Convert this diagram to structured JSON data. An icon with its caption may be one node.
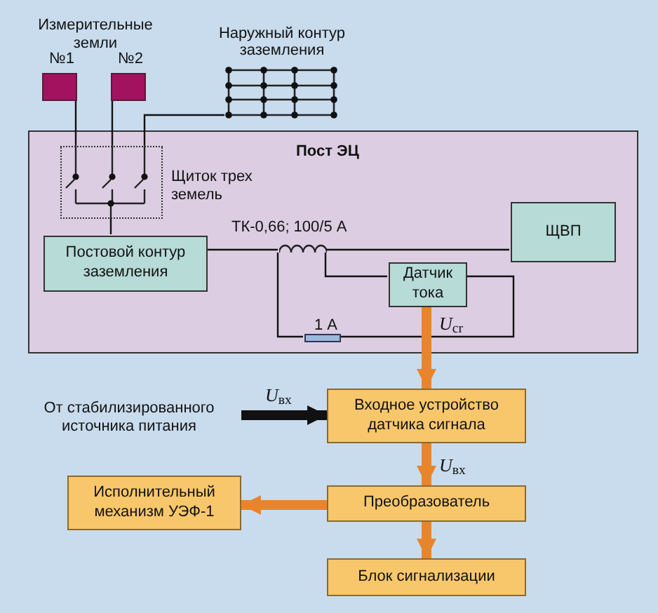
{
  "diagram": {
    "nodes": [
      {
        "text": [
          "№1"
        ]
      },
      {
        "text": [
          "№2"
        ]
      },
      {
        "text": [
          "Наружный контур заземления"
        ]
      },
      {
        "text": [
          "Пост ЭЦ"
        ]
      },
      {
        "text": [
          "Щиток трех земель"
        ],
        "in": 3
      },
      {
        "text": [
          "Постовой контур заземления"
        ],
        "in": 3
      },
      {
        "text": [],
        "shape": "coil",
        "beside": [
          "ТК-0,66; 100/5 А"
        ],
        "in": 3
      },
      {
        "text": [
          "ЩВП"
        ],
        "in": 3
      },
      {
        "text": [
          "Датчик тока"
        ],
        "in": 3
      },
      {
        "text": [],
        "shape": "fuse",
        "beside": [
          "1 А"
        ],
        "in": 3
      },
      {
        "text": [
          "От стабилизированного источника питания"
        ]
      },
      {
        "text": [
          "Входное устройство датчика сигнала"
        ]
      },
      {
        "text": [
          "Преобразователь"
        ]
      },
      {
        "text": [
          "Исполнительный механизм УЭФ-1"
        ]
      },
      {
        "text": [
          "Блок сигнализации"
        ]
      }
    ],
    "edges": [
      {
        "from": 0,
        "to": 4,
        "arrow": "none"
      },
      {
        "from": 1,
        "to": 4,
        "arrow": "none"
      },
      {
        "from": 2,
        "to": 4,
        "arrow": "none"
      },
      {
        "from": 4,
        "to": 5,
        "arrow": "none"
      },
      {
        "from": 5,
        "to": 6,
        "arrow": "none"
      },
      {
        "from": 6,
        "to": 7,
        "arrow": "none"
      },
      {
        "from": 6,
        "to": 8,
        "arrow": "none"
      },
      {
        "from": 6,
        "to": 9,
        "arrow": "none"
      },
      {
        "from": 9,
        "to": 8,
        "arrow": "none"
      },
      {
        "from": 8,
        "to": 11,
        "arrow": "to",
        "label": "*U*$_{cr}$",
        "style": "thick",
        "color": "#e8852c"
      },
      {
        "from": 10,
        "to": 11,
        "arrow": "to",
        "label": "*U*$_{вх}$",
        "style": "thick"
      },
      {
        "from": 11,
        "to": 12,
        "arrow": "to",
        "label": "*U*$_{вх}$",
        "style": "thick",
        "color": "#e8852c"
      },
      {
        "from": 12,
        "to": 13,
        "arrow": "to",
        "style": "thick",
        "color": "#e8852c"
      },
      {
        "from": 12,
        "to": 14,
        "arrow": "to",
        "style": "thick",
        "color": "#e8852c"
      }
    ],
    "labels": [
      "Измерительные земли"
    ]
  }
}
